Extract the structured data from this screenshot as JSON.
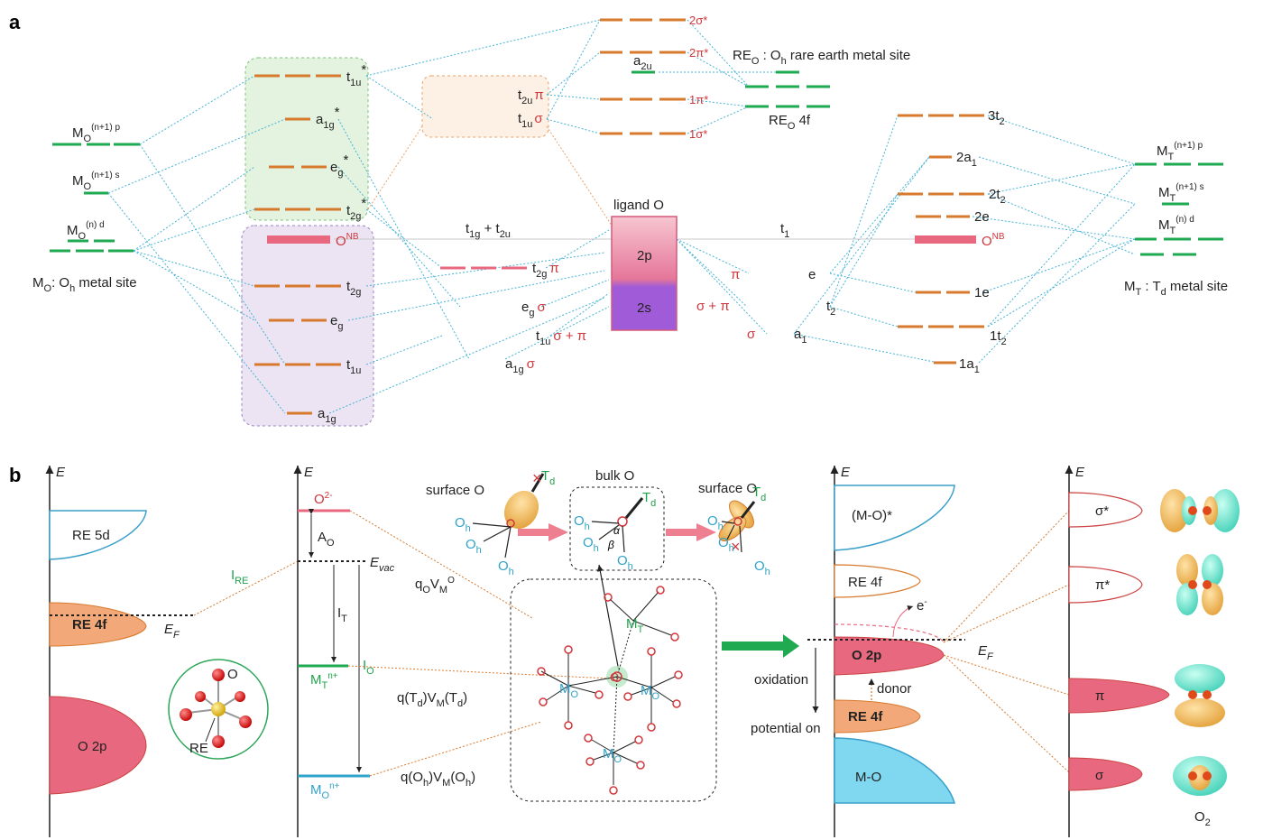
{
  "panel_a": {
    "letter": "a",
    "mo_labels": {
      "np": "M",
      "np_sub": "O",
      "np_sup": "(n+1) p",
      "ns": "M",
      "ns_sub": "O",
      "ns_sup": "(n+1) s",
      "nd": "M",
      "nd_sub": "O",
      "nd_sup": "(n) d",
      "site": "M",
      "site_sub": "O",
      "site_rest": ": O",
      "site_rest_sub": "h",
      "site_tail": " metal site"
    },
    "oh_levels": {
      "t1u_star": "t",
      "t1u_star_sub": "1u",
      "t1u_star_sup": "*",
      "a1g_star": "a",
      "a1g_star_sub": "1g",
      "a1g_star_sup": "*",
      "eg_star": "e",
      "eg_star_sub": "g",
      "eg_star_sup": "*",
      "t2g_star": "t",
      "t2g_star_sub": "2g",
      "t2g_star_sup": "*",
      "onb": "O",
      "onb_sup": "NB",
      "t2g": "t",
      "t2g_sub": "2g",
      "eg": "e",
      "eg_sub": "g",
      "t1u": "t",
      "t1u_sub": "1u",
      "a1g": "a",
      "a1g_sub": "1g"
    },
    "salc": {
      "t2u_pi": "t",
      "t2u_pi_sub": "2u",
      "t2u_pi_tag": "π",
      "t1u_sigma": "t",
      "t1u_sigma_sub": "1u",
      "t1u_sigma_tag": "σ",
      "t1g_t2u": "t",
      "t1g_t2u_sub1": "1g",
      "t1g_t2u_mid": " + t",
      "t1g_t2u_sub2": "2u",
      "t2g_pi": "t",
      "t2g_pi_sub": "2g",
      "t2g_pi_tag": "π",
      "eg_sigma": "e",
      "eg_sigma_sub": "g",
      "eg_sigma_tag": "σ",
      "t1u_sp": "t",
      "t1u_sp_sub": "1u",
      "t1u_sp_tag": "σ + π",
      "a1g_sigma": "a",
      "a1g_sigma_sub": "1g",
      "a1g_sigma_tag": "σ"
    },
    "o2_levels": {
      "s2": "2σ*",
      "p2": "2π*",
      "p1": "1π*",
      "s1": "1σ*",
      "a2u": "a",
      "a2u_sub": "2u"
    },
    "re": {
      "site": "RE",
      "site_sub": "O",
      "site_rest": " : O",
      "site_rest_sub": "h",
      "site_tail": " rare earth metal site",
      "f4": "RE",
      "f4_sub": "O",
      "f4_tail": " 4f"
    },
    "ligand": {
      "title": "ligand O",
      "p2": "2p",
      "s2": "2s"
    },
    "td_salc": {
      "t1": "t",
      "t1_sub": "1",
      "e_tag": "π",
      "e": "e",
      "t2_tag": "σ + π",
      "t2": "t",
      "t2_sub": "2",
      "a1_tag": "σ",
      "a1": "a",
      "a1_sub": "1"
    },
    "td_levels": {
      "t2_3": "3t",
      "t2_3_sub": "2",
      "a1_2": "2a",
      "a1_2_sub": "1",
      "t2_2": "2t",
      "t2_2_sub": "2",
      "e2": "2e",
      "onb": "O",
      "onb_sup": "NB",
      "e1": "1e",
      "t2_1": "1t",
      "t2_1_sub": "2",
      "a1_1": "1a",
      "a1_1_sub": "1"
    },
    "mt_labels": {
      "np": "M",
      "np_sub": "T",
      "np_sup": "(n+1) p",
      "ns": "M",
      "ns_sub": "T",
      "ns_sup": "(n+1) s",
      "nd": "M",
      "nd_sub": "T",
      "nd_sup": "(n) d",
      "site": "M",
      "site_sub": "T",
      "site_rest": " : T",
      "site_rest_sub": "d",
      "site_tail": " metal site"
    }
  },
  "panel_b": {
    "letter": "b",
    "axis_e": "E",
    "re5d": "RE 5d",
    "re4f": "RE 4f",
    "ef": "E",
    "ef_sub": "F",
    "o2p": "O 2p",
    "ire": "I",
    "ire_sub": "RE",
    "cluster_o": "O",
    "cluster_re": "RE",
    "o2m": "O",
    "o2m_sup": "2-",
    "ao": "A",
    "ao_sub": "O",
    "evac": "E",
    "evac_sub": "vac",
    "it": "I",
    "it_sub": "T",
    "io": "I",
    "io_sub": "O",
    "mt": "M",
    "mt_sub": "T",
    "mt_sup": "n+",
    "mo": "M",
    "mo_sub": "O",
    "mo_sup": "n+",
    "qo": "q",
    "qo_sub": "O",
    "qo_v": "V",
    "qo_v_sub": "M",
    "qo_v_sup": "O",
    "qtd": "q(T",
    "qtd_sub": "d",
    "qtd_mid": ")V",
    "qtd_msub": "M",
    "qtd_tail": "(T",
    "qtd_tsub": "d",
    "qtd_end": ")",
    "qoh": "q(O",
    "qoh_sub": "h",
    "qoh_mid": ")V",
    "qoh_msub": "M",
    "qoh_tail": "(O",
    "qoh_tsub": "h",
    "qoh_end": ")",
    "surface_o_left": "surface O",
    "bulk_o": "bulk O",
    "surface_o_right": "surface O",
    "td": "T",
    "td_sub": "d",
    "oh": "O",
    "oh_sub": "h",
    "alpha": "α",
    "beta": "β",
    "lattice_mt": "M",
    "lattice_mt_sub": "T",
    "lattice_mo": "M",
    "lattice_mo_sub": "O",
    "lattice_o": "O",
    "mo_star": "(M-O)*",
    "re4f_right": "RE 4f",
    "electron": "e",
    "electron_sup": "-",
    "o2p_right": "O 2p",
    "ef_right": "E",
    "ef_right_sub": "F",
    "oxidation": "oxidation",
    "donor": "donor",
    "potential_on": "potential on",
    "mo_band": "M-O",
    "sigma_star": "σ*",
    "pi_star": "π*",
    "pi": "π",
    "sigma": "σ",
    "o2": "O",
    "o2_sub": "2"
  }
}
